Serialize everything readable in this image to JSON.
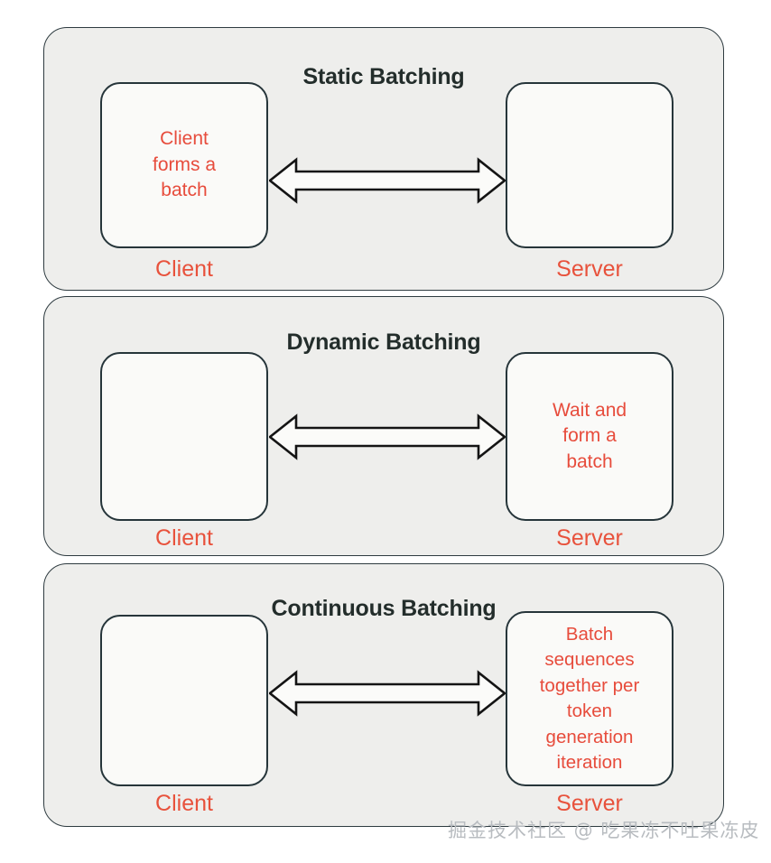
{
  "diagram": {
    "title_color": "#232d2b",
    "accent_color": "#e74c3c",
    "panel_fill": "#eeeeec",
    "node_fill": "#fafaf8",
    "border_color": "#2e3b40",
    "panels": [
      {
        "id": "static-batching",
        "title": "Static Batching",
        "client": {
          "label": "Client",
          "body": "Client\nforms a\nbatch"
        },
        "server": {
          "label": "Server",
          "body": ""
        },
        "arrow": "double-headed-arrow"
      },
      {
        "id": "dynamic-batching",
        "title": "Dynamic Batching",
        "client": {
          "label": "Client",
          "body": ""
        },
        "server": {
          "label": "Server",
          "body": "Wait and\nform a\nbatch"
        },
        "arrow": "double-headed-arrow"
      },
      {
        "id": "continuous-batching",
        "title": "Continuous Batching",
        "client": {
          "label": "Client",
          "body": ""
        },
        "server": {
          "label": "Server",
          "body": "Batch\nsequences\ntogether per\ntoken\ngeneration\niteration"
        },
        "arrow": "double-headed-arrow"
      }
    ]
  },
  "watermark": {
    "text": "掘金技术社区 @ 吃果冻不吐果冻皮"
  }
}
